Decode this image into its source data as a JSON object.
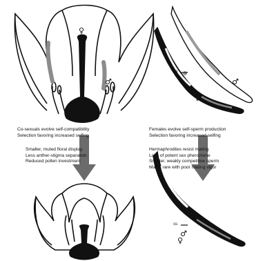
{
  "left": {
    "top_text": {
      "line1": "Co-sexuals evolve self-compatibility",
      "line2": "Selection favoring increased selfing"
    },
    "outcomes": [
      "Smaller, muted floral display",
      "Less anther-stigma separation",
      "Reduced pollen investment"
    ],
    "female_symbol": "♀",
    "male_symbol": "♂"
  },
  "right": {
    "top_text": {
      "line1": "Females evolve self-sperm production",
      "line2": "Selection favoring increased selfing"
    },
    "outcomes": [
      "Hermaphrodites resist mating",
      "Loss of potent sex pheromone",
      "Smaller, weakly competitive sperm",
      "Males rare with poor mating vigor"
    ],
    "label_cp": "cp",
    "label_ss": "ss",
    "male_symbol": "♂",
    "female_symbol": "♀",
    "herm_symbol_top": "♂",
    "herm_symbol_bottom": "♀"
  },
  "colors": {
    "arrow": "#6b6b6b",
    "gray_organ": "#8c8c8c",
    "ink": "#111111"
  }
}
